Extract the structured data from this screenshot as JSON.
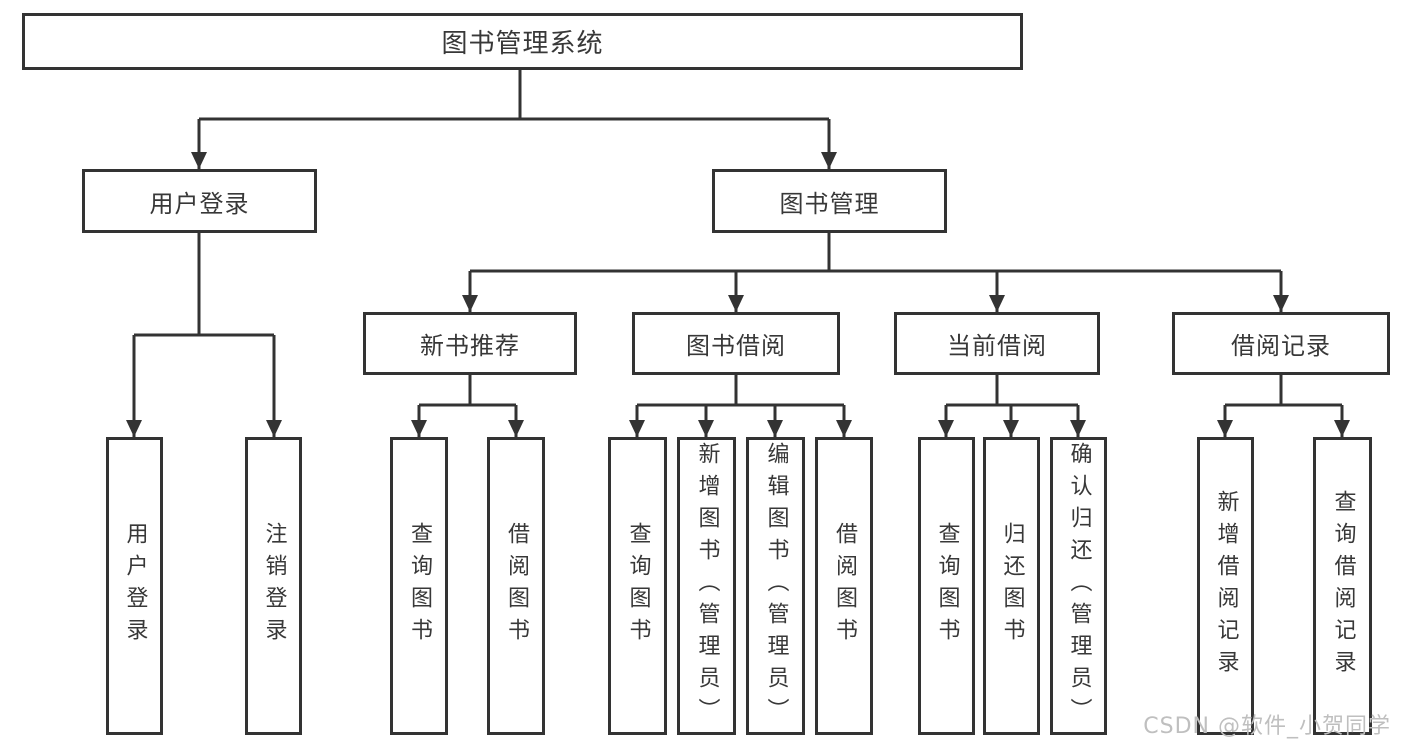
{
  "colors": {
    "line": "#333333",
    "text": "#383838",
    "watermark": "#bfbfbf",
    "background": "#ffffff"
  },
  "watermark": "CSDN @软件_小贺同学",
  "tree": {
    "label": "图书管理系统",
    "children": [
      {
        "label": "用户登录",
        "children": [
          {
            "label": "用户登录"
          },
          {
            "label": "注销登录"
          }
        ]
      },
      {
        "label": "图书管理",
        "children": [
          {
            "label": "新书推荐",
            "children": [
              {
                "label": "查询图书"
              },
              {
                "label": "借阅图书"
              }
            ]
          },
          {
            "label": "图书借阅",
            "children": [
              {
                "label": "查询图书"
              },
              {
                "label": "新增图书（管理员）"
              },
              {
                "label": "编辑图书（管理员）"
              },
              {
                "label": "借阅图书"
              }
            ]
          },
          {
            "label": "当前借阅",
            "children": [
              {
                "label": "查询图书"
              },
              {
                "label": "归还图书"
              },
              {
                "label": "确认归还（管理员）"
              }
            ]
          },
          {
            "label": "借阅记录",
            "children": [
              {
                "label": "新增借阅记录"
              },
              {
                "label": "查询借阅记录"
              }
            ]
          }
        ]
      }
    ]
  }
}
